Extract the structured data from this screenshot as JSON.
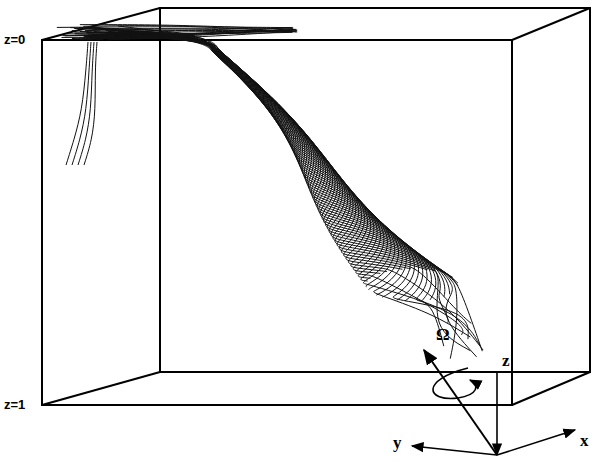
{
  "diagram": {
    "labels": [
      "z=0",
      "z=1",
      "Ω",
      "z",
      "x",
      "y"
    ]
  }
}
